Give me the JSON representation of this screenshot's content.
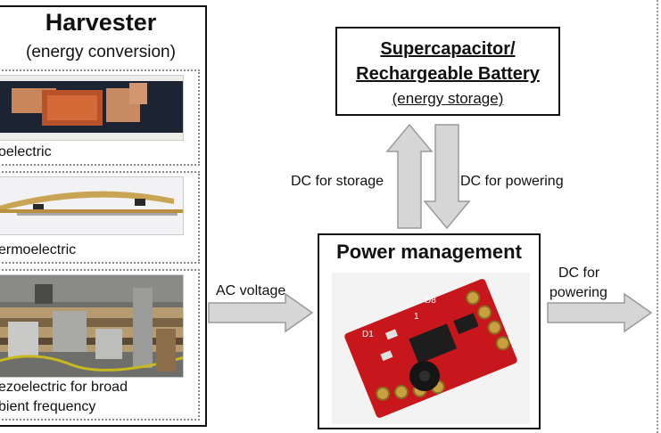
{
  "harvester": {
    "title": "Harvester",
    "subtitle": "(energy conversion)",
    "items": [
      {
        "caption": "oelectric"
      },
      {
        "caption": "ermoelectric"
      },
      {
        "caption_line1": "ezoelectric for broad",
        "caption_line2": "bient frequency"
      }
    ]
  },
  "storage": {
    "title_line1": "Supercapacitor/",
    "title_line2": "Rechargeable Battery",
    "subtitle": "(energy storage)"
  },
  "arrows": {
    "dc_storage": "DC for storage",
    "dc_powering": "DC for powering",
    "ac_voltage": "AC voltage",
    "dc_out_line1": "DC for",
    "dc_out_line2": "powering"
  },
  "power_management": {
    "title": "Power management",
    "board_labels": [
      "D1",
      "D8",
      "1"
    ]
  },
  "colors": {
    "arrow_fill": "#d6d6d6",
    "arrow_stroke": "#9a9a9a",
    "board": "#c8161d"
  }
}
